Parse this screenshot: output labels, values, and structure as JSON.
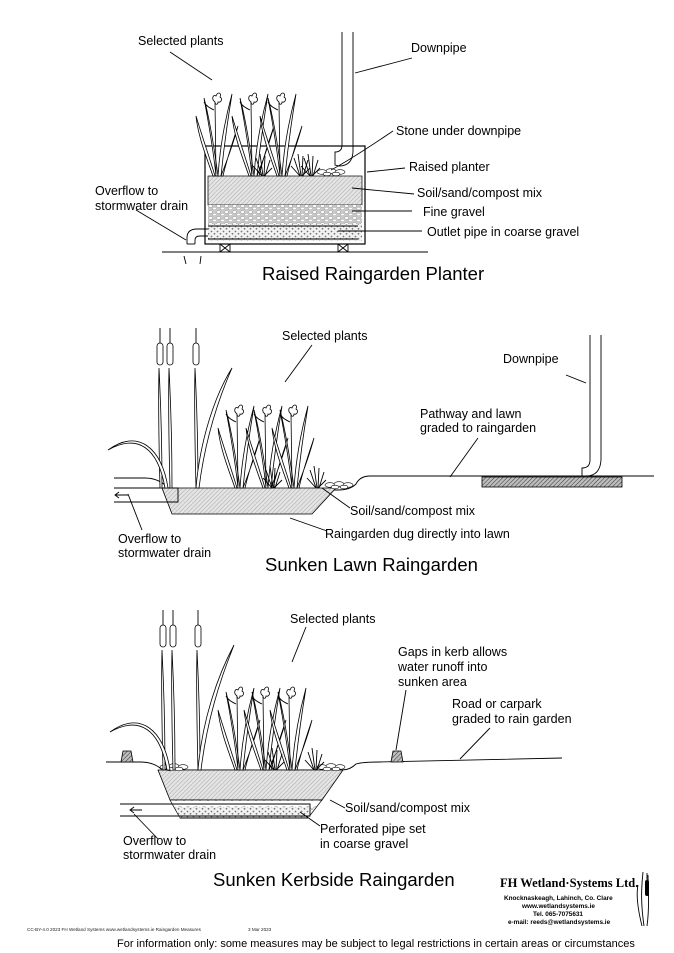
{
  "diagrams": {
    "raised": {
      "title": "Raised Raingarden Planter",
      "labels": {
        "selected_plants": "Selected plants",
        "downpipe": "Downpipe",
        "stone": "Stone under downpipe",
        "planter": "Raised planter",
        "overflow_1": "Overflow to",
        "overflow_2": "stormwater drain",
        "soil": "Soil/sand/compost mix",
        "fine_gravel": "Fine gravel",
        "outlet": "Outlet pipe in coarse gravel"
      }
    },
    "lawn": {
      "title": "Sunken Lawn Raingarden",
      "labels": {
        "selected_plants": "Selected plants",
        "downpipe": "Downpipe",
        "pathway_1": "Pathway and lawn",
        "pathway_2": "graded to raingarden",
        "soil": "Soil/sand/compost mix",
        "dug": "Raingarden dug directly into lawn",
        "overflow_1": "Overflow to",
        "overflow_2": "stormwater drain"
      }
    },
    "kerbside": {
      "title": "Sunken Kerbside Raingarden",
      "labels": {
        "selected_plants": "Selected plants",
        "gaps_1": "Gaps in kerb allows",
        "gaps_2": "water runoff into",
        "gaps_3": "sunken area",
        "road_1": "Road or carpark",
        "road_2": "graded to rain garden",
        "soil": "Soil/sand/compost mix",
        "pipe_1": "Perforated pipe set",
        "pipe_2": "in coarse gravel",
        "overflow_1": "Overflow to",
        "overflow_2": "stormwater drain"
      }
    }
  },
  "company": {
    "name": "FH Wetland·Systems Ltd.",
    "address": "Knocknaskeagh, Lahinch, Co. Clare",
    "website": "www.wetlandsystems.ie",
    "tel": "Tel. 065-7075631",
    "email": "e-mail: reeds@wetlandsystems.ie",
    "logo_icon": "reed-logo-icon"
  },
  "footer": {
    "license": "CC-BY-4.0 2023 FH Wetland Systems www.wetlandsystems.ie Raingarden Measures",
    "date": "3 Mar 2023",
    "disclaimer": "For information only: some measures may be subject to legal restrictions in certain areas or circumstances"
  },
  "colors": {
    "line": "#000000",
    "hatch_fill": "#d9d9d9",
    "background": "#ffffff"
  }
}
